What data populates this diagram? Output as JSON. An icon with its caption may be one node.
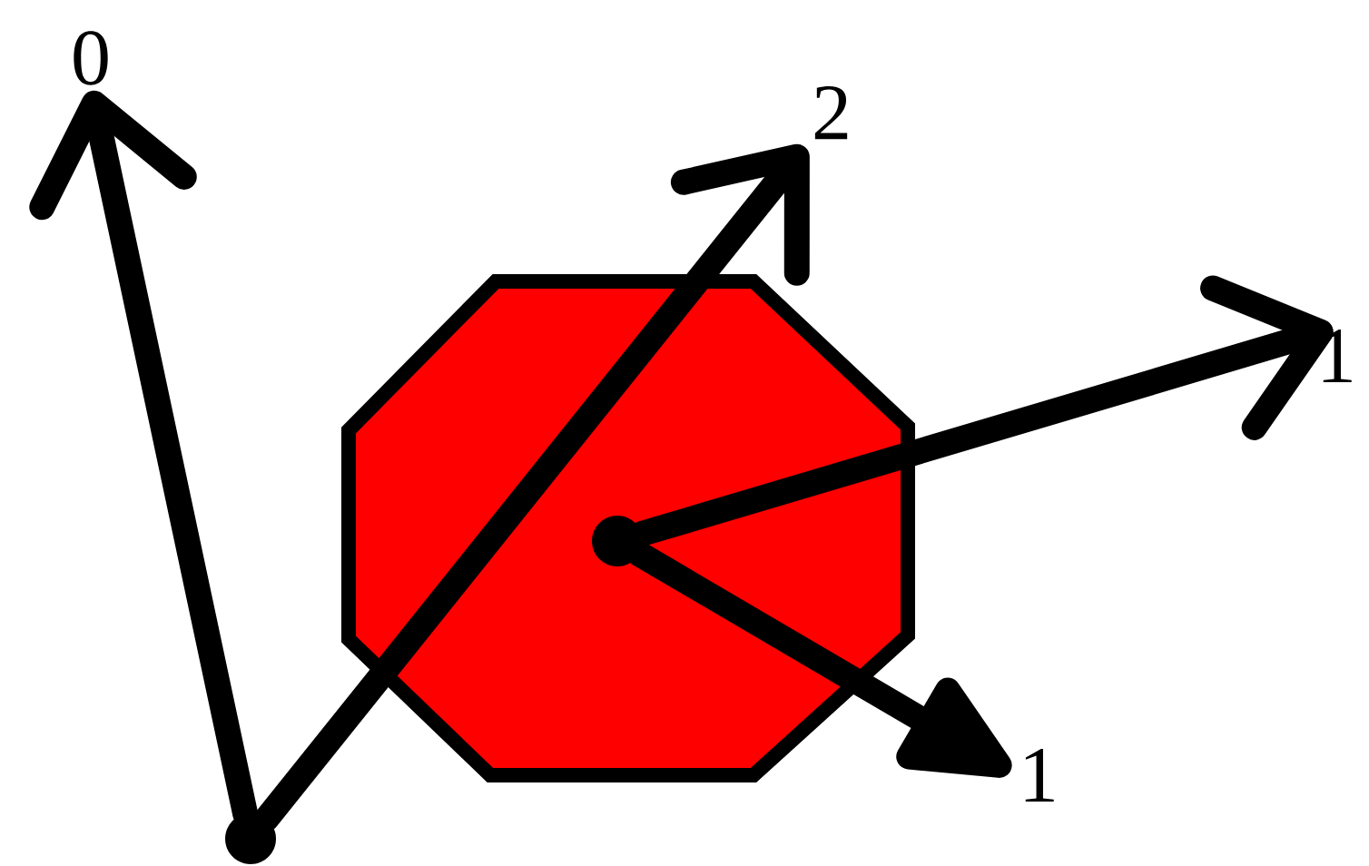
{
  "diagram": {
    "nodes": [
      {
        "text": [
          "0"
        ]
      },
      {
        "text": [
          "2"
        ]
      },
      {
        "text": [],
        "shape": "octagon"
      },
      {
        "text": [
          "1"
        ]
      },
      {
        "text": [],
        "shape": "circle",
        "in": 2
      },
      {
        "text": [
          "1"
        ]
      },
      {
        "text": [],
        "shape": "circle"
      }
    ],
    "edges": [
      {
        "from": 6,
        "to": 0,
        "arrow": "to"
      },
      {
        "from": 6,
        "to": 1,
        "arrow": "to"
      },
      {
        "from": 4,
        "to": 3,
        "arrow": "to"
      },
      {
        "from": 4,
        "to": 5,
        "arrow": "to"
      }
    ]
  }
}
